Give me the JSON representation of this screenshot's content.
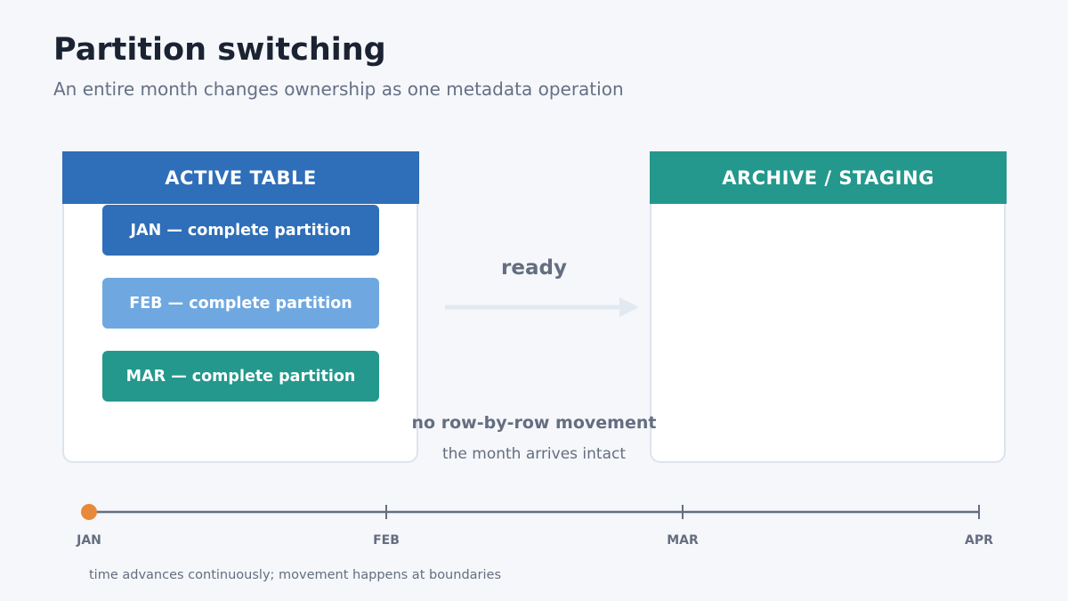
{
  "title": "Partition switching",
  "subtitle": "An entire month changes ownership as one metadata operation",
  "active_table": {
    "header": "ACTIVE TABLE",
    "color": "#2f6eb8",
    "partitions": [
      {
        "label": "JAN — complete partition",
        "color": "#2f6eb8"
      },
      {
        "label": "FEB — complete partition",
        "color": "#6fa8e0"
      },
      {
        "label": "MAR — complete partition",
        "color": "#24988d"
      }
    ]
  },
  "archive_table": {
    "header": "ARCHIVE / STAGING",
    "color": "#24988d"
  },
  "transfer": {
    "label": "ready",
    "arrow_color": "#e3e9f0"
  },
  "note": {
    "main": "no row-by-row movement",
    "sub": "the month arrives intact"
  },
  "timeline": {
    "ticks": [
      "JAN",
      "FEB",
      "MAR",
      "APR"
    ],
    "marker_color": "#e8893a",
    "marker_at": "JAN",
    "footnote": "time advances continuously; movement happens at boundaries"
  }
}
